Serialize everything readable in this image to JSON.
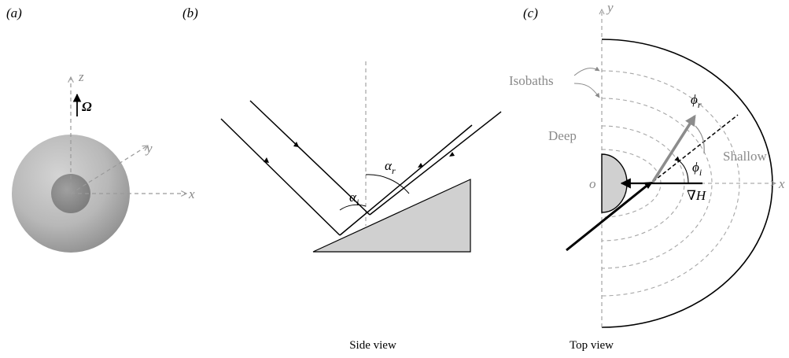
{
  "panels": {
    "a": {
      "label": "(a)",
      "axes": {
        "z": "z",
        "y": "y",
        "x": "x"
      },
      "omega": "Ω"
    },
    "b": {
      "label": "(b)",
      "caption": "Side view",
      "alpha_i": "α",
      "alpha_i_sub": "i",
      "alpha_r": "α",
      "alpha_r_sub": "r"
    },
    "c": {
      "label": "(c)",
      "caption": "Top view",
      "axes": {
        "y": "y",
        "x": "x",
        "origin": "o"
      },
      "isobaths": "Isobaths",
      "deep": "Deep",
      "shallow": "Shallow",
      "phi_r": "ϕ",
      "phi_r_sub": "r",
      "phi_i": "ϕ",
      "phi_i_sub": "i",
      "grad_h": "∇H"
    }
  },
  "colors": {
    "ink": "#000000",
    "grey": "#8a8a8a",
    "slope_fill": "#d0d0d0",
    "reflected_arrow": "#8c8c8c"
  }
}
